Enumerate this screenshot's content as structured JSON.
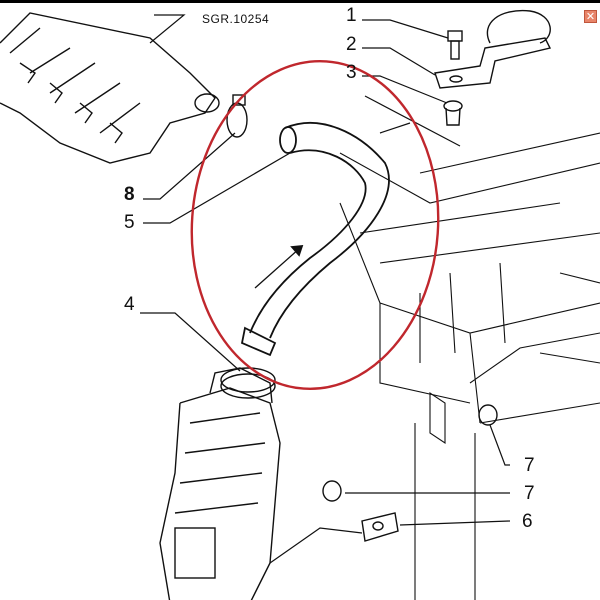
{
  "diagram": {
    "reference_code": "SGR.10254",
    "callouts": [
      "1",
      "2",
      "3",
      "4",
      "5",
      "6",
      "7",
      "7",
      "8"
    ],
    "highlight_color": "#c0272d",
    "line_color": "#111111"
  },
  "controls": {
    "close_symbol": "✕"
  }
}
